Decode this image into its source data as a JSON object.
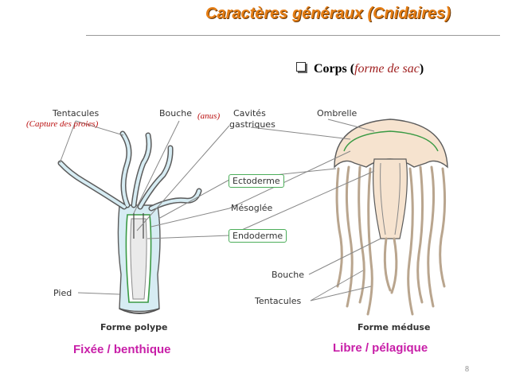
{
  "title": "Caractères généraux (Cnidaires)",
  "bullet": {
    "prefix": "Corps (",
    "emphasis": "forme de sac",
    "suffix": ")"
  },
  "labels": {
    "tentacules_top": "Tentacules",
    "capture": "(Capture des proies)",
    "bouche_top": "Bouche",
    "anus": "(anus)",
    "cavites_line1": "Cavités",
    "cavites_line2": "gastriques",
    "ombrelle": "Ombrelle",
    "ectoderme": "Ectoderme",
    "mesoglee": "Mésoglée",
    "endoderme": "Endoderme",
    "bouche_bottom": "Bouche",
    "tentacules_bottom": "Tentacules",
    "pied": "Pied"
  },
  "captions": {
    "polype": "Forme polype",
    "meduse": "Forme méduse"
  },
  "footer": {
    "left": "Fixée / benthique",
    "right": "Libre / pélagique"
  },
  "page_number": "8",
  "colors": {
    "title": "#e67e14",
    "pink": "#c81fa8",
    "red_note": "#b11111",
    "box_border": "#4cae5a",
    "polyp_fill": "#d6ecf3",
    "medusa_fill": "#f6e3cf"
  }
}
